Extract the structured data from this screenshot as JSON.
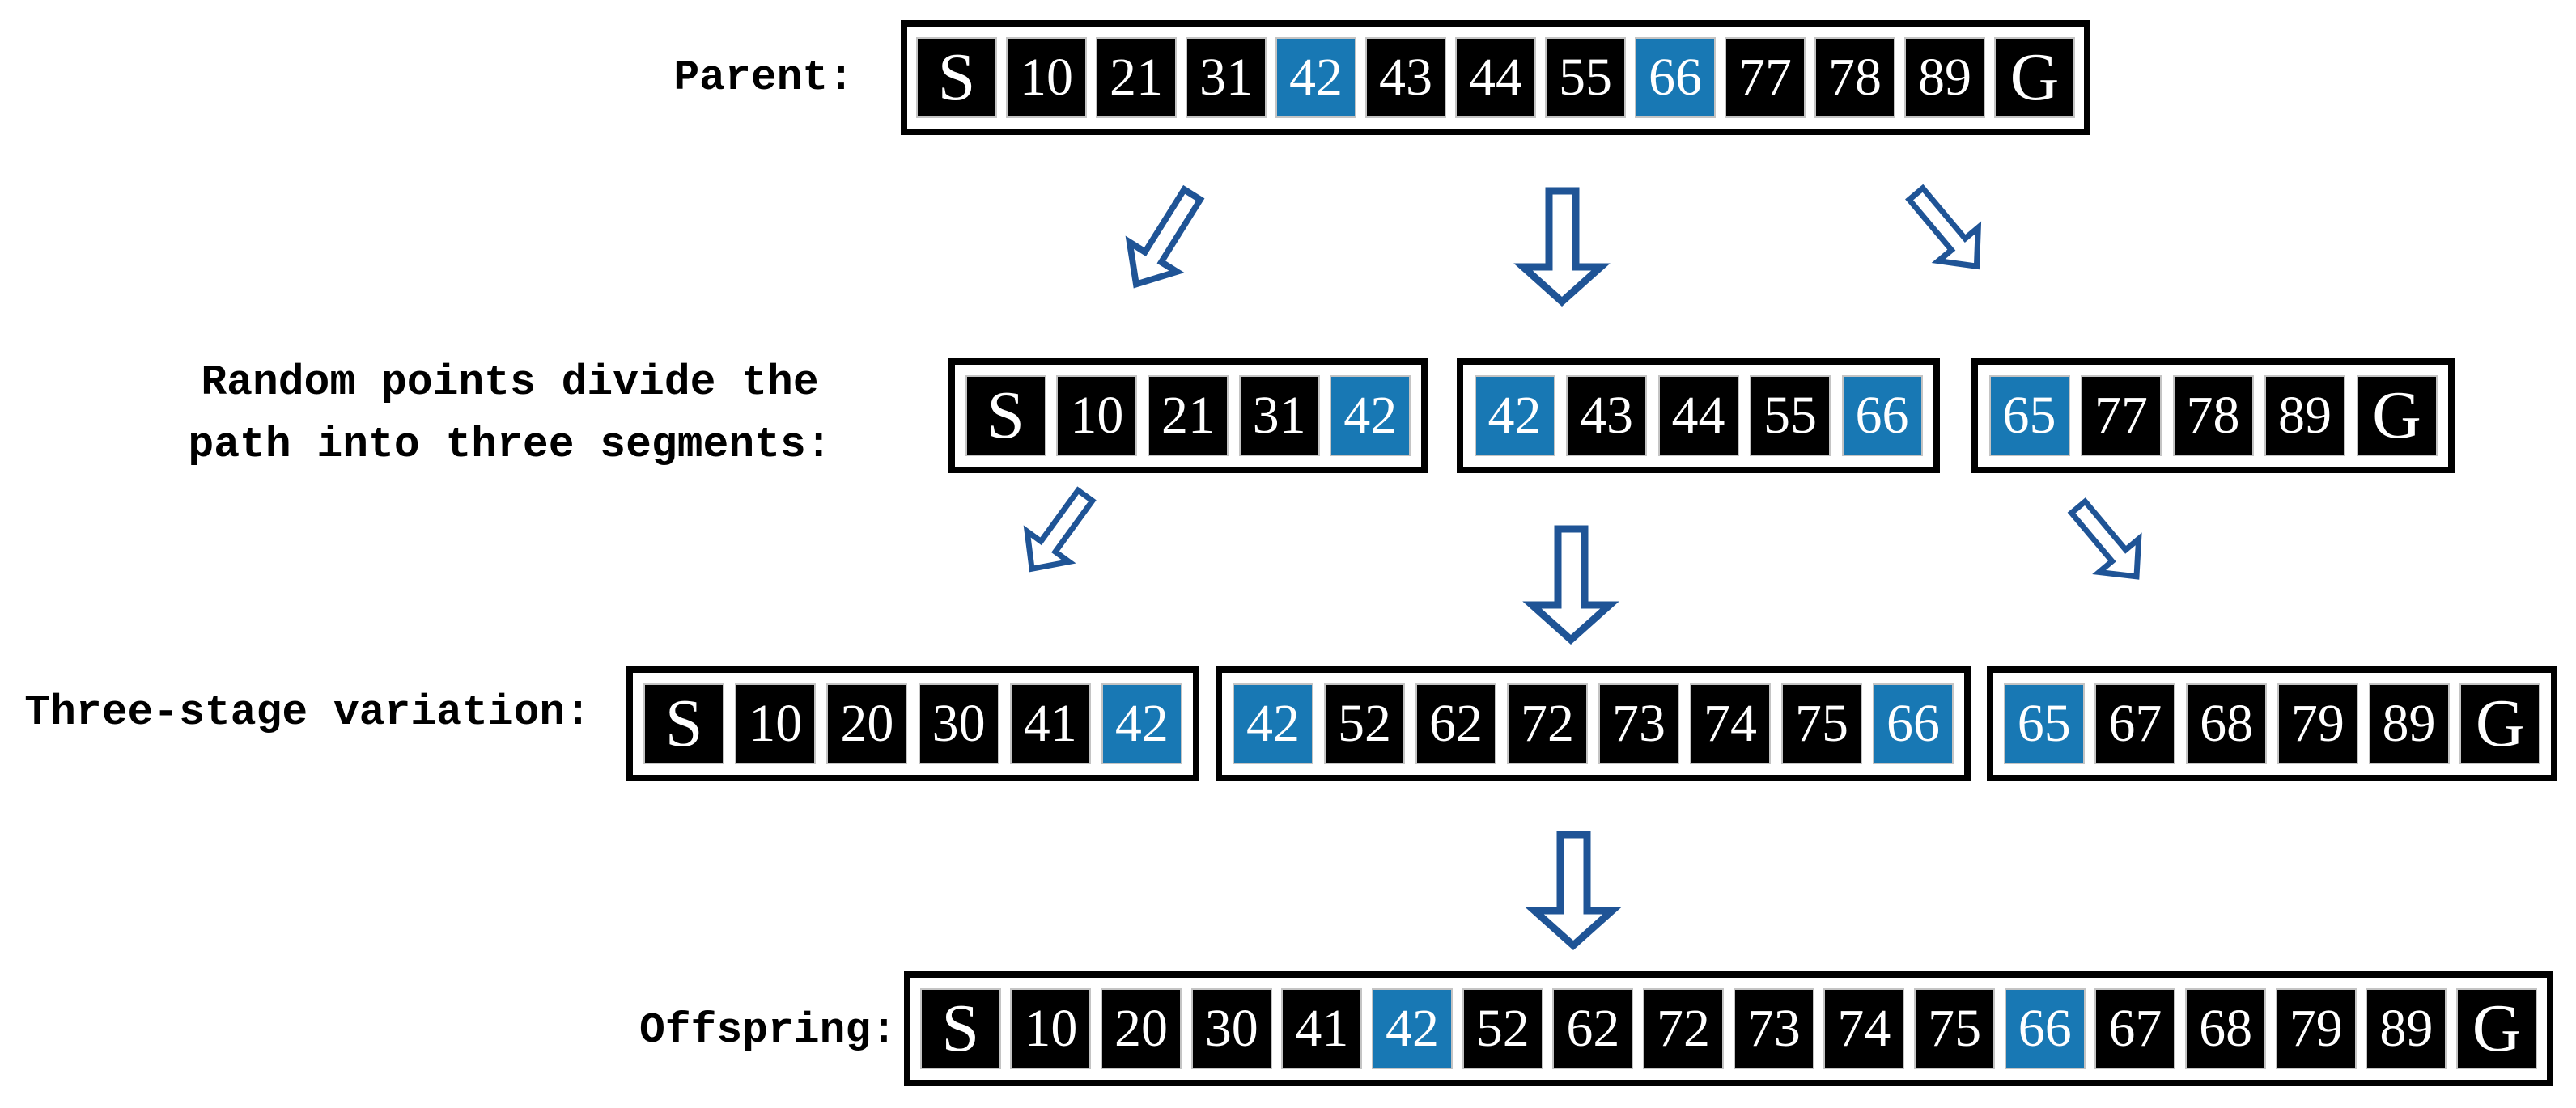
{
  "colors": {
    "background": "#ffffff",
    "cell_black": "#000000",
    "cell_blue": "#1878b4",
    "cell_text": "#ffffff",
    "cell_border": "#c4c4c4",
    "box_border": "#000000",
    "arrow_stroke": "#1f5496"
  },
  "labels": {
    "parent": "Parent:",
    "segments_line1": "Random points divide the",
    "segments_line2": "path into three segments:",
    "variation": "Three-stage variation:",
    "offspring": "Offspring:"
  },
  "rows": {
    "parent": {
      "cells": [
        "S",
        "10",
        "21",
        "31",
        "42",
        "43",
        "44",
        "55",
        "66",
        "77",
        "78",
        "89",
        "G"
      ],
      "highlight": [
        4,
        8
      ]
    },
    "segments": {
      "boxes": [
        {
          "cells": [
            "S",
            "10",
            "21",
            "31",
            "42"
          ],
          "highlight": [
            4
          ]
        },
        {
          "cells": [
            "42",
            "43",
            "44",
            "55",
            "66"
          ],
          "highlight": [
            0,
            4
          ]
        },
        {
          "cells": [
            "65",
            "77",
            "78",
            "89",
            "G"
          ],
          "highlight": [
            0
          ]
        }
      ]
    },
    "variation": {
      "boxes": [
        {
          "cells": [
            "S",
            "10",
            "20",
            "30",
            "41",
            "42"
          ],
          "highlight": [
            5
          ]
        },
        {
          "cells": [
            "42",
            "52",
            "62",
            "72",
            "73",
            "74",
            "75",
            "66"
          ],
          "highlight": [
            0,
            7
          ]
        },
        {
          "cells": [
            "65",
            "67",
            "68",
            "79",
            "89",
            "G"
          ],
          "highlight": [
            0
          ]
        }
      ]
    },
    "offspring": {
      "cells": [
        "S",
        "10",
        "20",
        "30",
        "41",
        "42",
        "52",
        "62",
        "72",
        "73",
        "74",
        "75",
        "66",
        "67",
        "68",
        "79",
        "89",
        "G"
      ],
      "highlight": [
        5,
        12
      ]
    }
  },
  "arrows": {
    "parent_to_segments": [
      "down-left",
      "down",
      "down-right"
    ],
    "segments_to_variation": [
      "down-left",
      "down",
      "down-right"
    ],
    "variation_to_offspring": [
      "down"
    ]
  }
}
